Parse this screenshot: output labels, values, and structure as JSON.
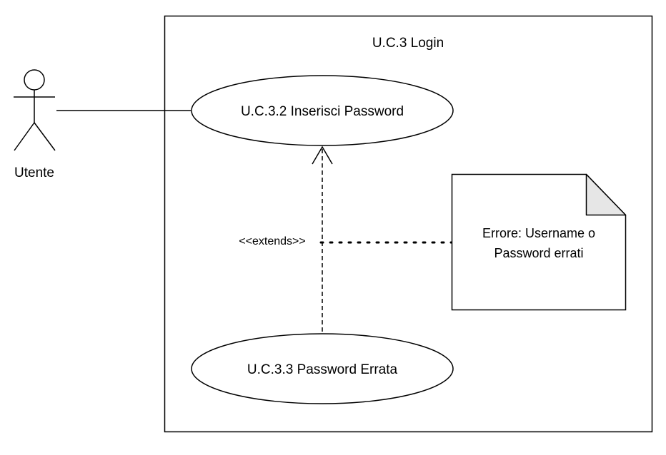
{
  "system": {
    "title": "U.C.3 Login"
  },
  "actor": {
    "name": "Utente",
    "icon": "stick-figure-icon"
  },
  "use_cases": [
    {
      "label": "U.C.3.2 Inserisci Password"
    },
    {
      "label": "U.C.3.3 Password Errata"
    }
  ],
  "relationship": {
    "label": "<<extends>>"
  },
  "note": {
    "line1": "Errore: Username o",
    "line2": "Password errati"
  },
  "colors": {
    "stroke": "#000000",
    "fill": "#ffffff",
    "note_fold": "#e6e6e6"
  }
}
